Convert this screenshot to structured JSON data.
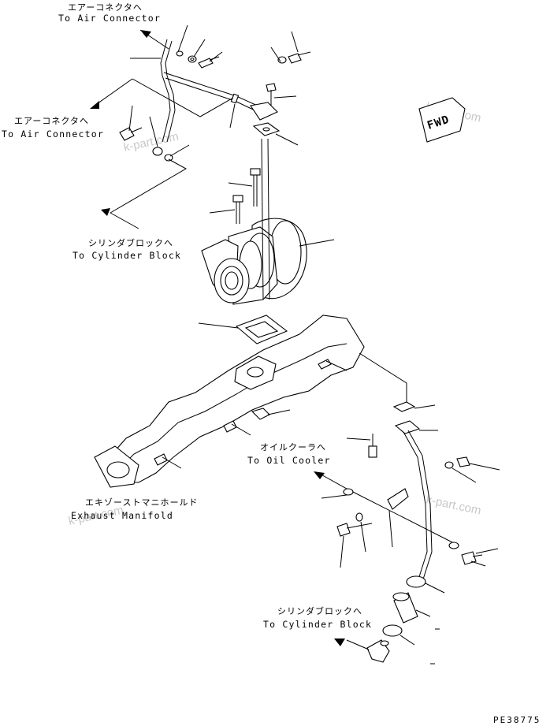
{
  "labels": {
    "air_connector_top_jp": "エアーコネクタへ",
    "air_connector_top_en": "To Air Connector",
    "air_connector_left_jp": "エアーコネクタへ",
    "air_connector_left_en": "To Air Connector",
    "cylinder_block_top_jp": "シリンダブロックへ",
    "cylinder_block_top_en": "To Cylinder Block",
    "oil_cooler_jp": "オイルクーラへ",
    "oil_cooler_en": "To Oil Cooler",
    "exhaust_manifold_jp": "エキゾーストマニホールド",
    "exhaust_manifold_en": "Exhaust Manifold",
    "cylinder_block_bottom_jp": "シリンダブロックへ",
    "cylinder_block_bottom_en": "To Cylinder Block",
    "fwd": "FWD"
  },
  "watermark": "k-part.com",
  "drawing_code": "PE38775",
  "colors": {
    "ink": "#000000",
    "watermark": "#c8c8c8",
    "background": "#ffffff"
  }
}
